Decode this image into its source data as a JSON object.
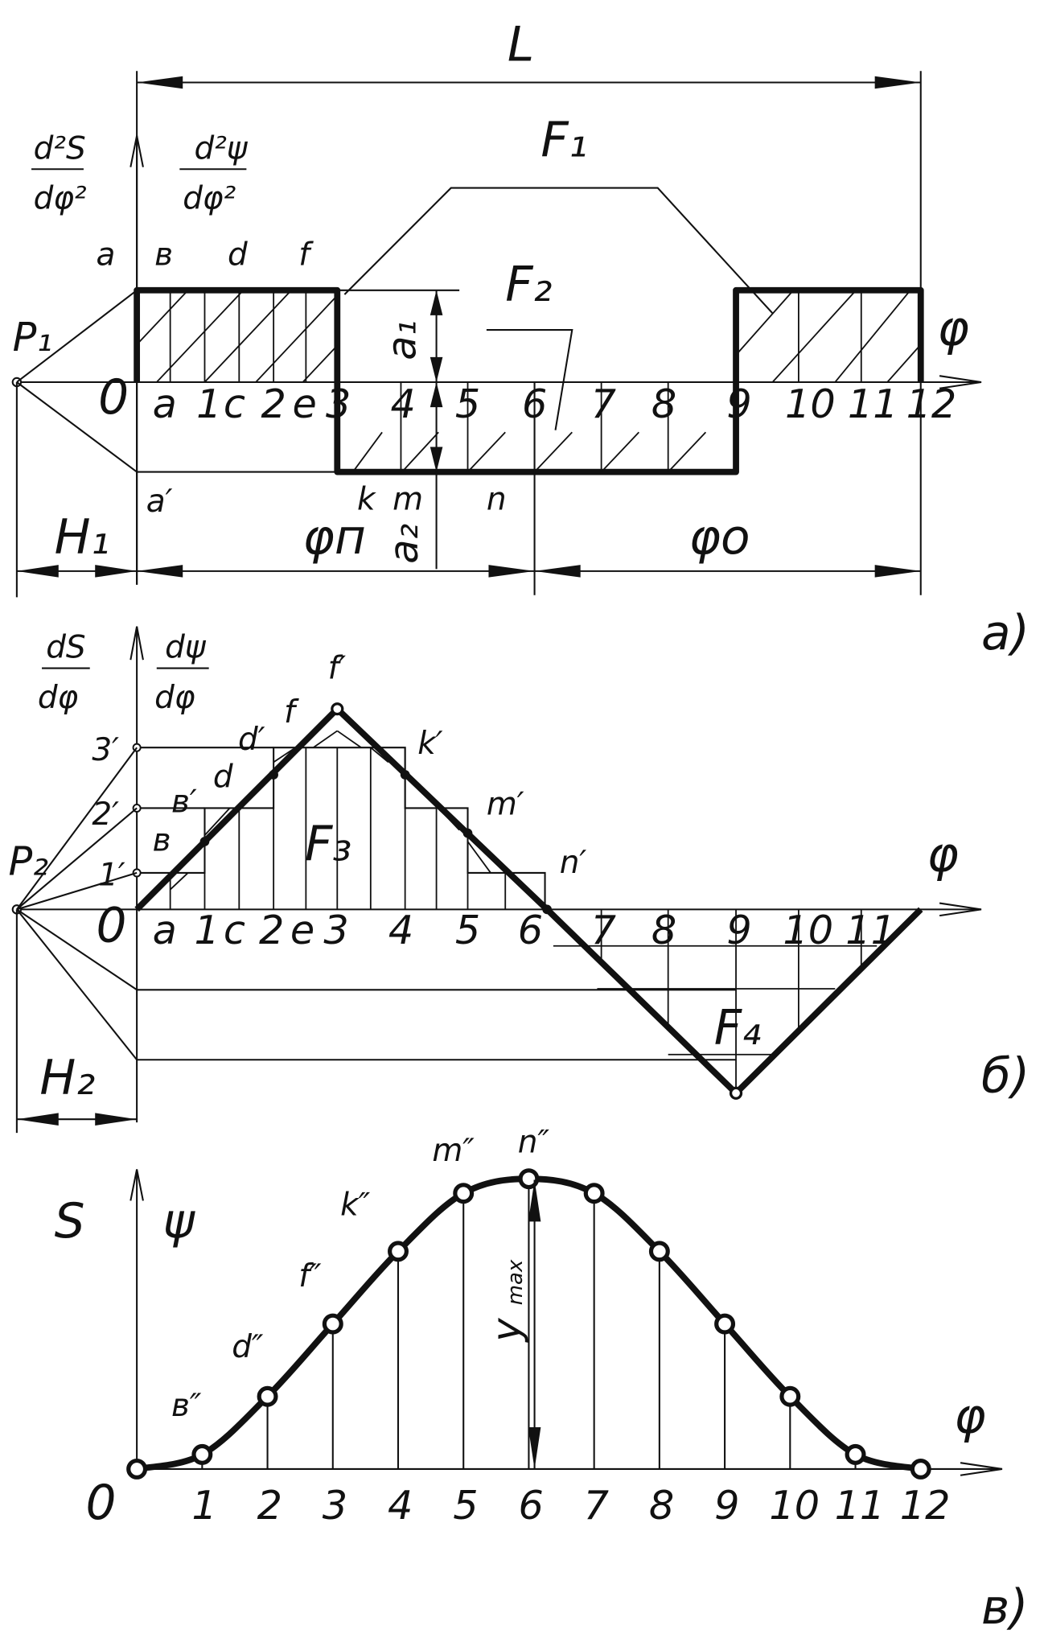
{
  "top_dimension": "L",
  "panel_a": {
    "y_label_s": {
      "num": "d²S",
      "den": "dφ²"
    },
    "y_label_psi": {
      "num": "d²ψ",
      "den": "dφ²"
    },
    "axis_label": "φ",
    "pole": "P₁",
    "origin": "0",
    "area_labels": [
      "F₁",
      "F₂"
    ],
    "top_letters": [
      "a",
      "в",
      "d",
      "f"
    ],
    "ticks": [
      "a",
      "1",
      "c",
      "2",
      "e",
      "3",
      "4",
      "5",
      "6",
      "7",
      "8",
      "9",
      "10",
      "11",
      "12"
    ],
    "lower_letters": [
      "a′",
      "k",
      "m",
      "n"
    ],
    "amplitudes": [
      "a₁",
      "a₂"
    ],
    "pole_distance": "H₁",
    "phase_up": "φп",
    "phase_down": "φо",
    "panel_tag": "а)"
  },
  "panel_b": {
    "y_label_s": {
      "num": "dS",
      "den": "dφ"
    },
    "y_label_psi": {
      "num": "dψ",
      "den": "dφ"
    },
    "axis_label": "φ",
    "pole": "P₂",
    "origin": "0",
    "ordinate_marks": [
      "1′",
      "2′",
      "3′"
    ],
    "curve_points": [
      "в",
      "в′",
      "d",
      "d′",
      "f",
      "f′",
      "k′",
      "m′",
      "n′"
    ],
    "ticks": [
      "a",
      "1",
      "c",
      "2",
      "e",
      "3",
      "4",
      "5",
      "6",
      "7",
      "8",
      "9",
      "10",
      "11"
    ],
    "area_labels": [
      "F₃",
      "F₄"
    ],
    "pole_distance": "H₂",
    "panel_tag": "б)"
  },
  "panel_c": {
    "y_labels": [
      "S",
      "ψ"
    ],
    "axis_label": "φ",
    "origin": "0",
    "ticks": [
      "1",
      "2",
      "3",
      "4",
      "5",
      "6",
      "7",
      "8",
      "9",
      "10",
      "11",
      "12"
    ],
    "point_labels": [
      "в″",
      "d″",
      "f″",
      "k″",
      "m″",
      "n″"
    ],
    "max_label": "y",
    "max_sub": "max",
    "curve_values": [
      0,
      0.05,
      0.25,
      0.5,
      0.75,
      0.95,
      1,
      0.95,
      0.75,
      0.5,
      0.25,
      0.05,
      0
    ],
    "panel_tag": "в)"
  },
  "colors": {
    "ink": "#111111",
    "paper": "#ffffff"
  }
}
